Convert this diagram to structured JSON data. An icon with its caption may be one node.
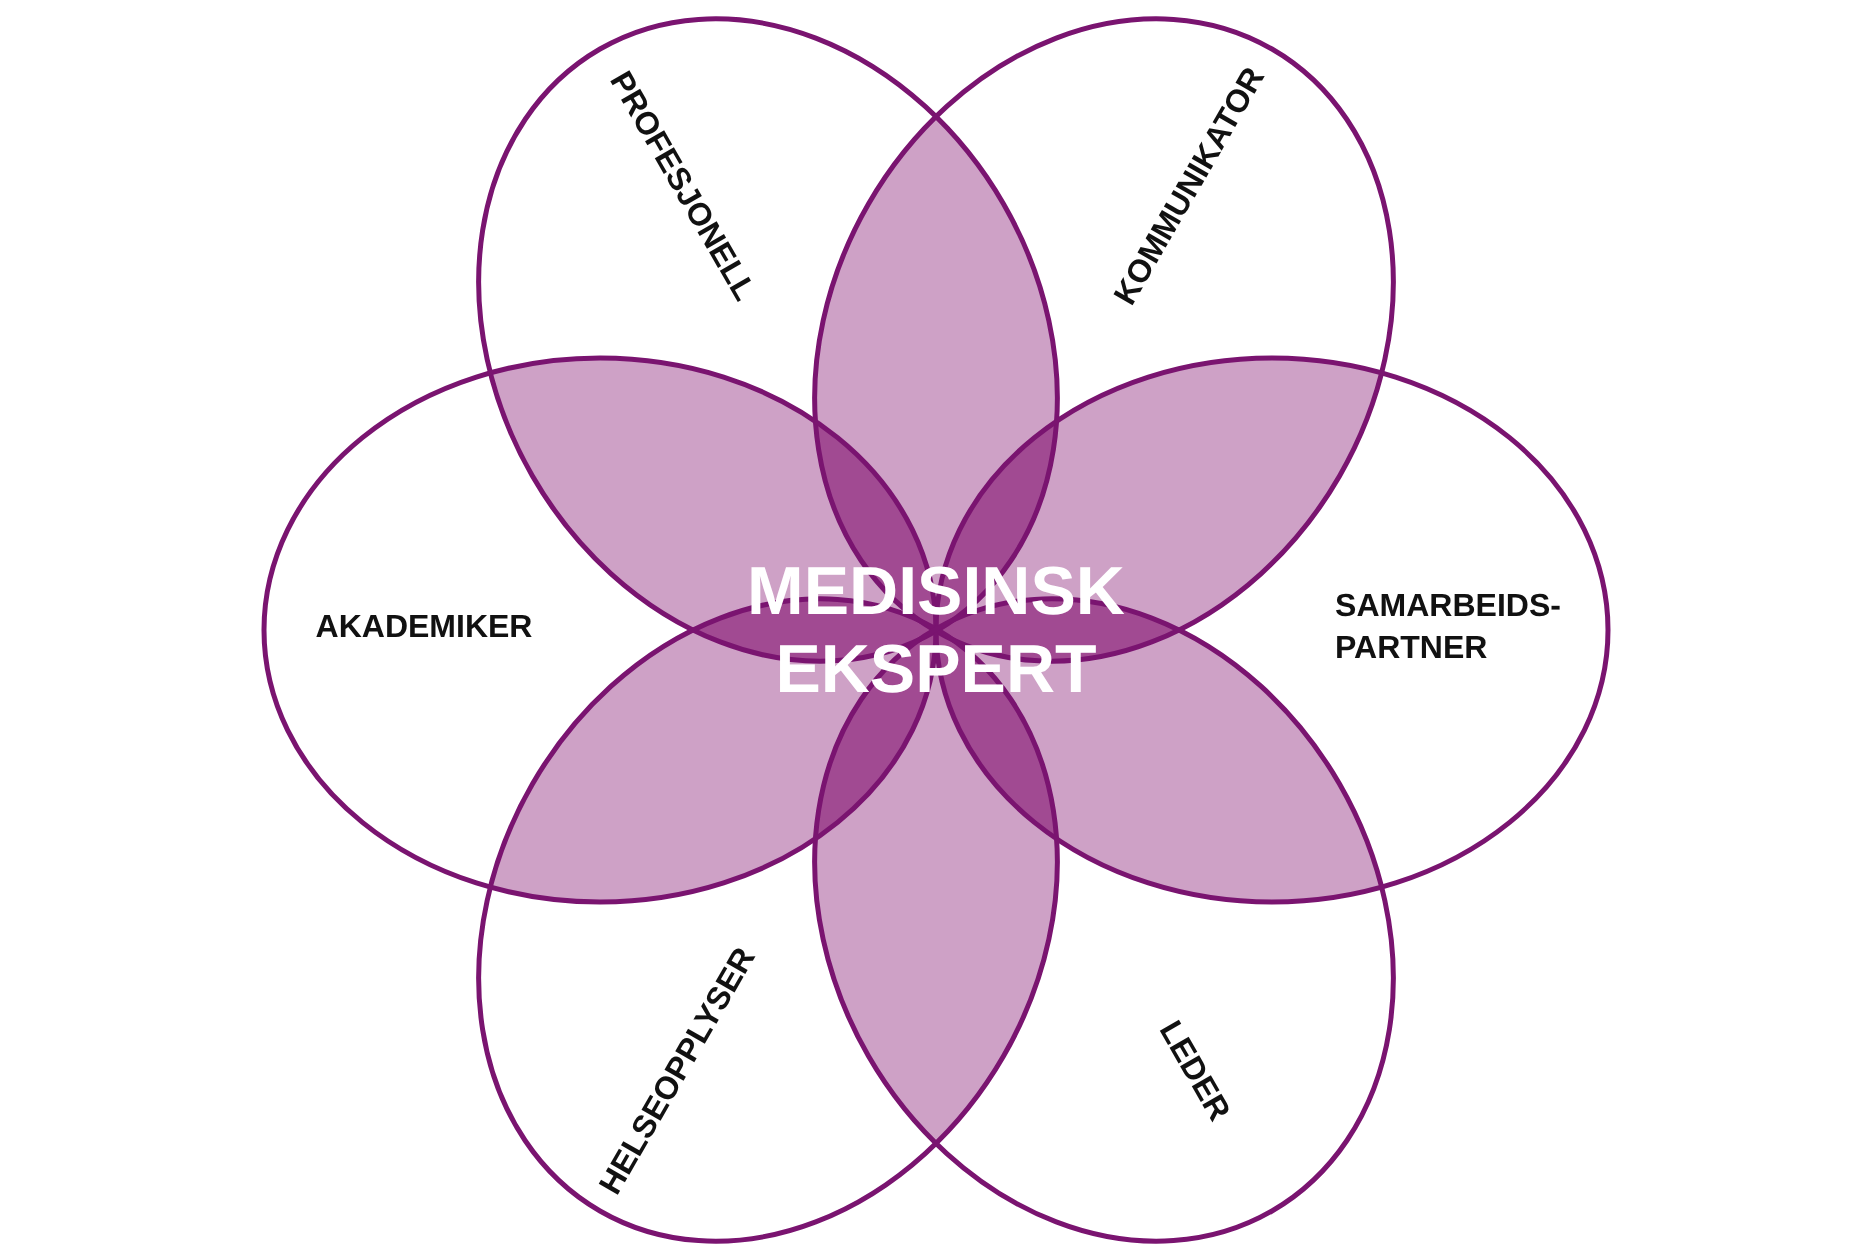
{
  "diagram": {
    "nodes": [
      {
        "text": [
          "PROFESJONELL"
        ]
      },
      {
        "text": [
          "KOMMUNIKATOR"
        ]
      },
      {
        "text": [
          "AKADEMIKER"
        ]
      },
      {
        "text": [
          "SAMARBEIDS- PARTNER"
        ]
      },
      {
        "text": [
          "HELSEOPPLYSER"
        ]
      },
      {
        "text": [
          "LEDER"
        ]
      }
    ],
    "labels": [
      "MEDISINSK EKSPERT"
    ]
  }
}
